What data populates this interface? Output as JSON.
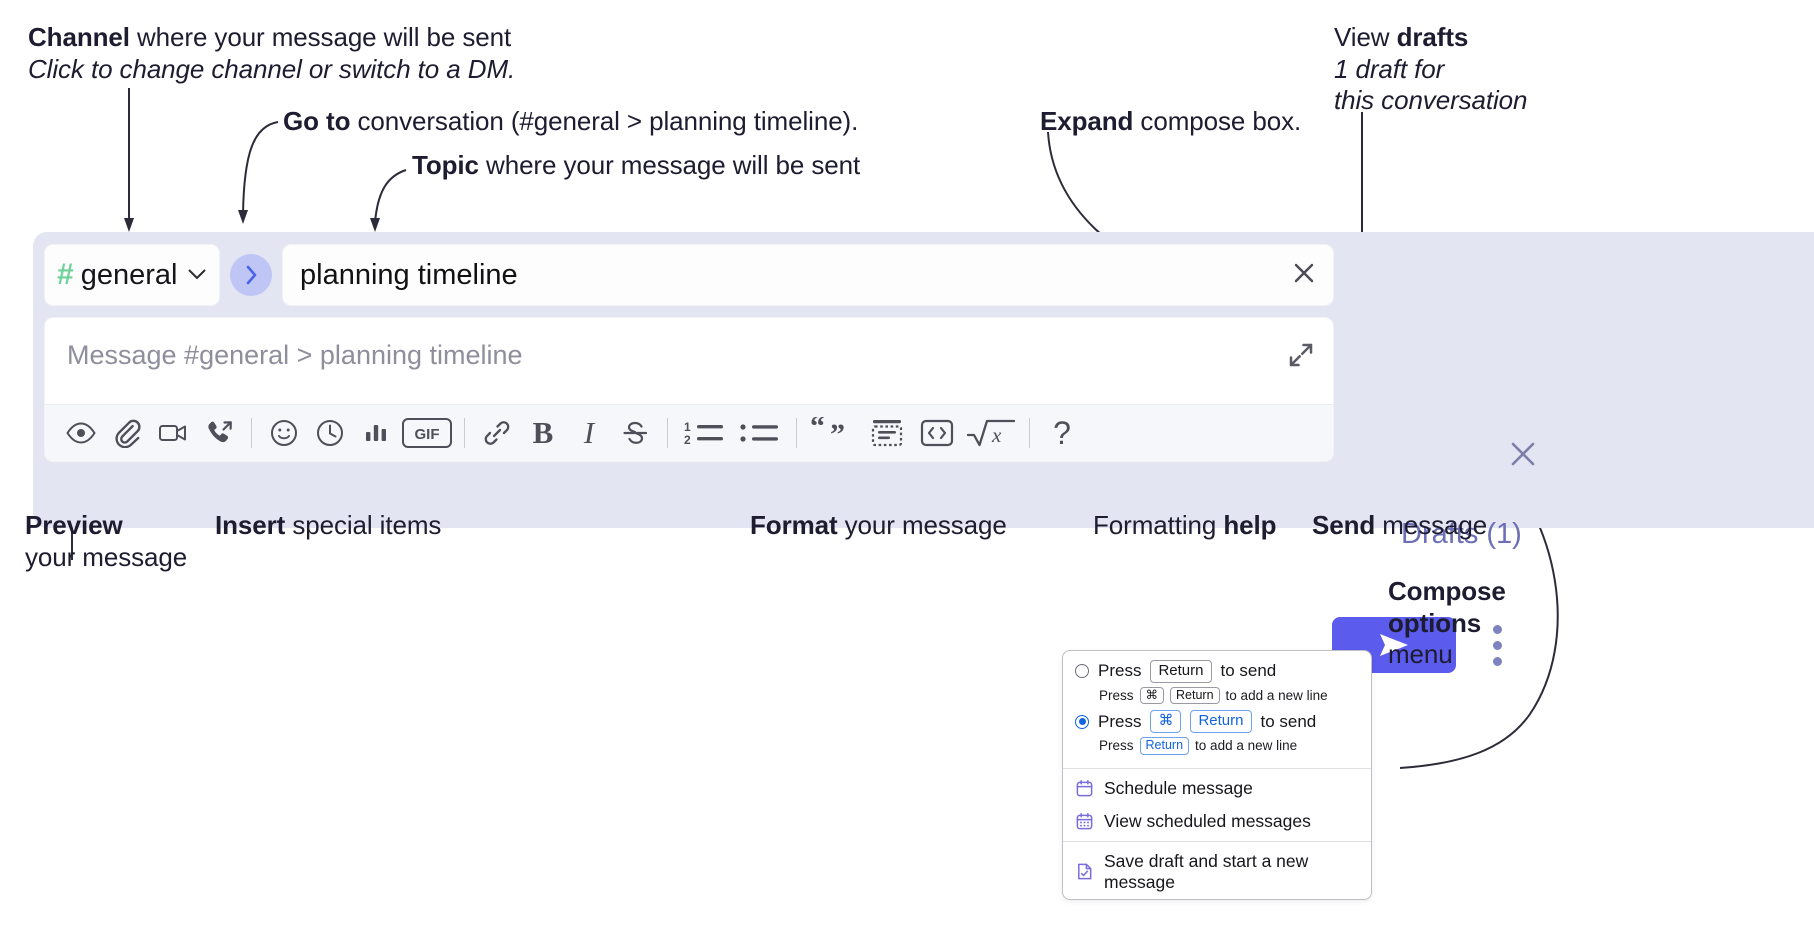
{
  "annotations": {
    "channel": {
      "line1_bold": "Channel",
      "line1_rest": " where your message will be sent",
      "line2_italic": "Click to change channel or switch to a DM."
    },
    "goto": {
      "bold": "Go to",
      "rest": " conversation (#general > planning timeline)."
    },
    "topic": {
      "bold": "Topic",
      "rest": " where your message will be sent"
    },
    "expand": {
      "bold": "Expand",
      "rest": " compose box."
    },
    "drafts": {
      "line1_plain": "View ",
      "line1_bold": "drafts",
      "line2_italic": "1 draft for",
      "line3_italic": "this conversation"
    },
    "preview": {
      "line1_bold": "Preview",
      "line2": "your message"
    },
    "insert": {
      "bold": "Insert",
      "rest": " special items"
    },
    "format": {
      "bold": "Format",
      "rest": " your message"
    },
    "formatting_help": {
      "plain": "Formatting ",
      "bold": "help"
    },
    "send": {
      "bold": "Send",
      "rest": " message"
    },
    "compose_options": {
      "line1_bold": "Compose",
      "line2_bold": "options",
      "line3": "menu"
    }
  },
  "compose": {
    "channel": {
      "hash": "#",
      "name": "general",
      "chevron": "⌄"
    },
    "goto_button_icon": "chevron-right-icon",
    "topic": {
      "value": "planning timeline",
      "clear_icon": "close-icon"
    },
    "message": {
      "placeholder": "Message #general > planning timeline",
      "value": ""
    },
    "expand_icon": "expand-diagonal-icon",
    "close_icon": "close-icon",
    "drafts_label": "Drafts (1)",
    "send_icon": "send-paper-plane-icon",
    "kebab_icon": "more-vertical-icon",
    "toolbar": [
      {
        "name": "preview-icon",
        "label": "Preview"
      },
      {
        "name": "paperclip-icon",
        "label": "Attach file"
      },
      {
        "name": "video-camera-icon",
        "label": "Record video clip"
      },
      {
        "name": "phone-arrow-icon",
        "label": "Record audio clip"
      },
      {
        "name": "divider",
        "label": ""
      },
      {
        "name": "emoji-smiley-icon",
        "label": "Emoji"
      },
      {
        "name": "clock-icon",
        "label": "Reminder"
      },
      {
        "name": "bar-chart-icon",
        "label": "Poll"
      },
      {
        "name": "gif-icon",
        "label": "GIF"
      },
      {
        "name": "divider",
        "label": ""
      },
      {
        "name": "link-icon",
        "label": "Link"
      },
      {
        "name": "bold-icon",
        "label": "Bold"
      },
      {
        "name": "italic-icon",
        "label": "Italic"
      },
      {
        "name": "strikethrough-icon",
        "label": "Strikethrough"
      },
      {
        "name": "divider",
        "label": ""
      },
      {
        "name": "ordered-list-icon",
        "label": "Ordered list"
      },
      {
        "name": "bulleted-list-icon",
        "label": "Bulleted list"
      },
      {
        "name": "divider",
        "label": ""
      },
      {
        "name": "blockquote-icon",
        "label": "Blockquote"
      },
      {
        "name": "code-block-icon",
        "label": "Code block"
      },
      {
        "name": "inline-code-icon",
        "label": "Code"
      },
      {
        "name": "math-sqrt-icon",
        "label": "Math"
      },
      {
        "name": "divider",
        "label": ""
      },
      {
        "name": "help-question-icon",
        "label": "Formatting help"
      }
    ],
    "gif_text": "GIF",
    "bold_glyph": "B",
    "italic_glyph": "I",
    "help_glyph": "?",
    "send_glyph": "➤"
  },
  "compose_menu": {
    "options": [
      {
        "selected": false,
        "main_pre": "Press",
        "main_keys": [
          "Return"
        ],
        "main_post": "to send",
        "sub_pre": "Press",
        "sub_keys": [
          "⌘",
          "Return"
        ],
        "sub_post": "to add a new line"
      },
      {
        "selected": true,
        "main_pre": "Press",
        "main_keys": [
          "⌘",
          "Return"
        ],
        "main_post": "to send",
        "sub_pre": "Press",
        "sub_keys": [
          "Return"
        ],
        "sub_post": "to add a new line"
      }
    ],
    "items": [
      {
        "icon": "calendar-clock-icon",
        "label": "Schedule message"
      },
      {
        "icon": "calendar-grid-icon",
        "label": "View scheduled messages"
      },
      {
        "icon": "save-draft-icon",
        "label": "Save draft and start a new message"
      }
    ]
  },
  "colors": {
    "panel_bg": "#e3e5f2",
    "send_button": "#5b5bed",
    "accent_blue": "#1264e0",
    "hash_green": "#6fd29a",
    "drafts_text": "#6c6fb5",
    "goto_circle": "#bfc6f5",
    "menu_icon_purple": "#7a6ede"
  }
}
